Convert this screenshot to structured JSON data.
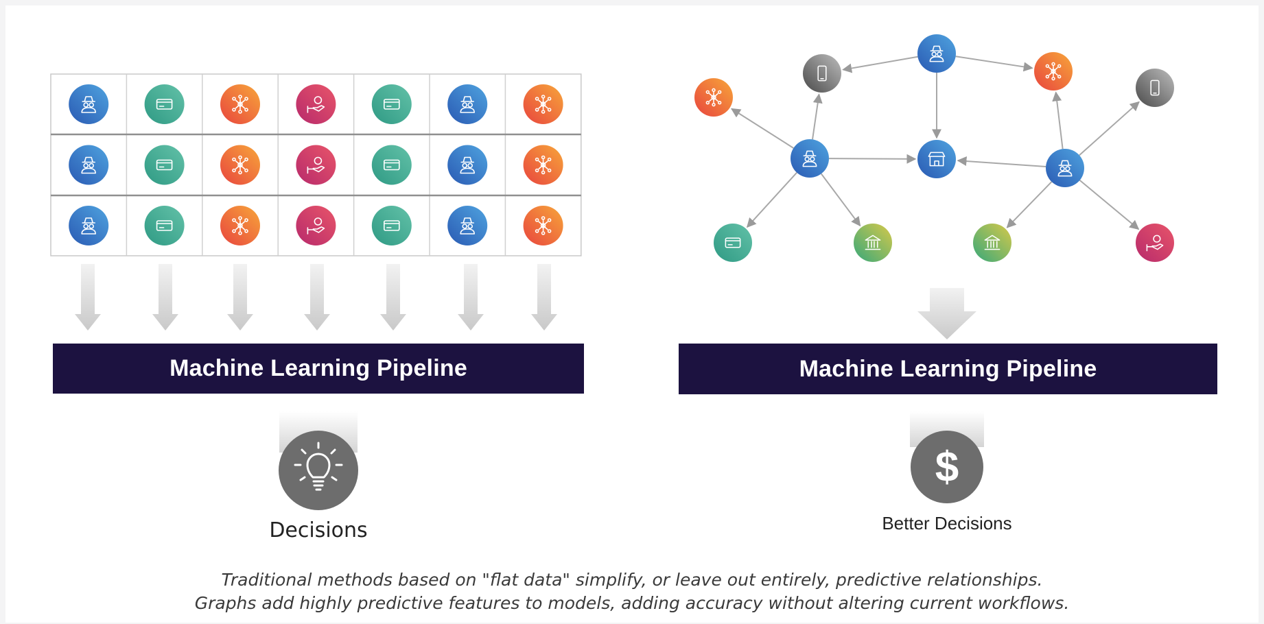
{
  "colors": {
    "banner": "#1c1240",
    "person": [
      "#2a5ab3",
      "#4fa3df"
    ],
    "card": [
      "#2f9a84",
      "#63c1a8"
    ],
    "network": [
      "#e8453e",
      "#f7a63a"
    ],
    "payment": [
      "#b72a6b",
      "#e8556a"
    ],
    "device": [
      "#4a4a4a",
      "#bdbdbd"
    ],
    "bank": [
      "#37a87a",
      "#d7c94a"
    ],
    "outcome_circle": "#6d6d6d"
  },
  "left": {
    "grid_rows": [
      [
        "person-icon",
        "card-icon",
        "network-icon",
        "payment-icon",
        "card-icon",
        "person-icon",
        "network-icon"
      ],
      [
        "person-icon",
        "card-icon",
        "network-icon",
        "payment-icon",
        "card-icon",
        "person-icon",
        "network-icon"
      ],
      [
        "person-icon",
        "card-icon",
        "network-icon",
        "payment-icon",
        "card-icon",
        "person-icon",
        "network-icon"
      ]
    ],
    "pipeline_label": "Machine Learning Pipeline",
    "outcome_icon": "lightbulb-icon",
    "outcome_label": "Decisions"
  },
  "right": {
    "graph_nodes": [
      {
        "id": "n-device-a",
        "icon": "device-icon"
      },
      {
        "id": "n-person-top",
        "icon": "person-icon"
      },
      {
        "id": "n-network-top",
        "icon": "network-icon"
      },
      {
        "id": "n-device-b",
        "icon": "device-icon"
      },
      {
        "id": "n-network-left",
        "icon": "network-icon"
      },
      {
        "id": "n-person-left",
        "icon": "person-icon"
      },
      {
        "id": "n-store",
        "icon": "store-icon"
      },
      {
        "id": "n-person-right",
        "icon": "person-icon"
      },
      {
        "id": "n-card",
        "icon": "card-icon"
      },
      {
        "id": "n-bank-left",
        "icon": "bank-icon"
      },
      {
        "id": "n-bank-right",
        "icon": "bank-icon"
      },
      {
        "id": "n-payment",
        "icon": "payment-icon"
      }
    ],
    "graph_edges": [
      [
        "n-person-top",
        "n-device-a"
      ],
      [
        "n-person-top",
        "n-network-top"
      ],
      [
        "n-person-top",
        "n-store"
      ],
      [
        "n-person-left",
        "n-device-a"
      ],
      [
        "n-person-left",
        "n-network-left"
      ],
      [
        "n-person-left",
        "n-store"
      ],
      [
        "n-person-left",
        "n-card"
      ],
      [
        "n-person-left",
        "n-bank-left"
      ],
      [
        "n-person-right",
        "n-store"
      ],
      [
        "n-person-right",
        "n-network-top"
      ],
      [
        "n-person-right",
        "n-device-b"
      ],
      [
        "n-person-right",
        "n-bank-right"
      ],
      [
        "n-person-right",
        "n-payment"
      ]
    ],
    "pipeline_label": "Machine Learning Pipeline",
    "outcome_icon": "dollar-icon",
    "outcome_symbol": "$",
    "outcome_label": "Better Decisions"
  },
  "caption": {
    "line1": "Traditional methods based on \"flat data\" simplify, or leave out entirely, predictive relationships.",
    "line2": "Graphs add highly predictive features to models, adding accuracy without altering current workflows."
  }
}
